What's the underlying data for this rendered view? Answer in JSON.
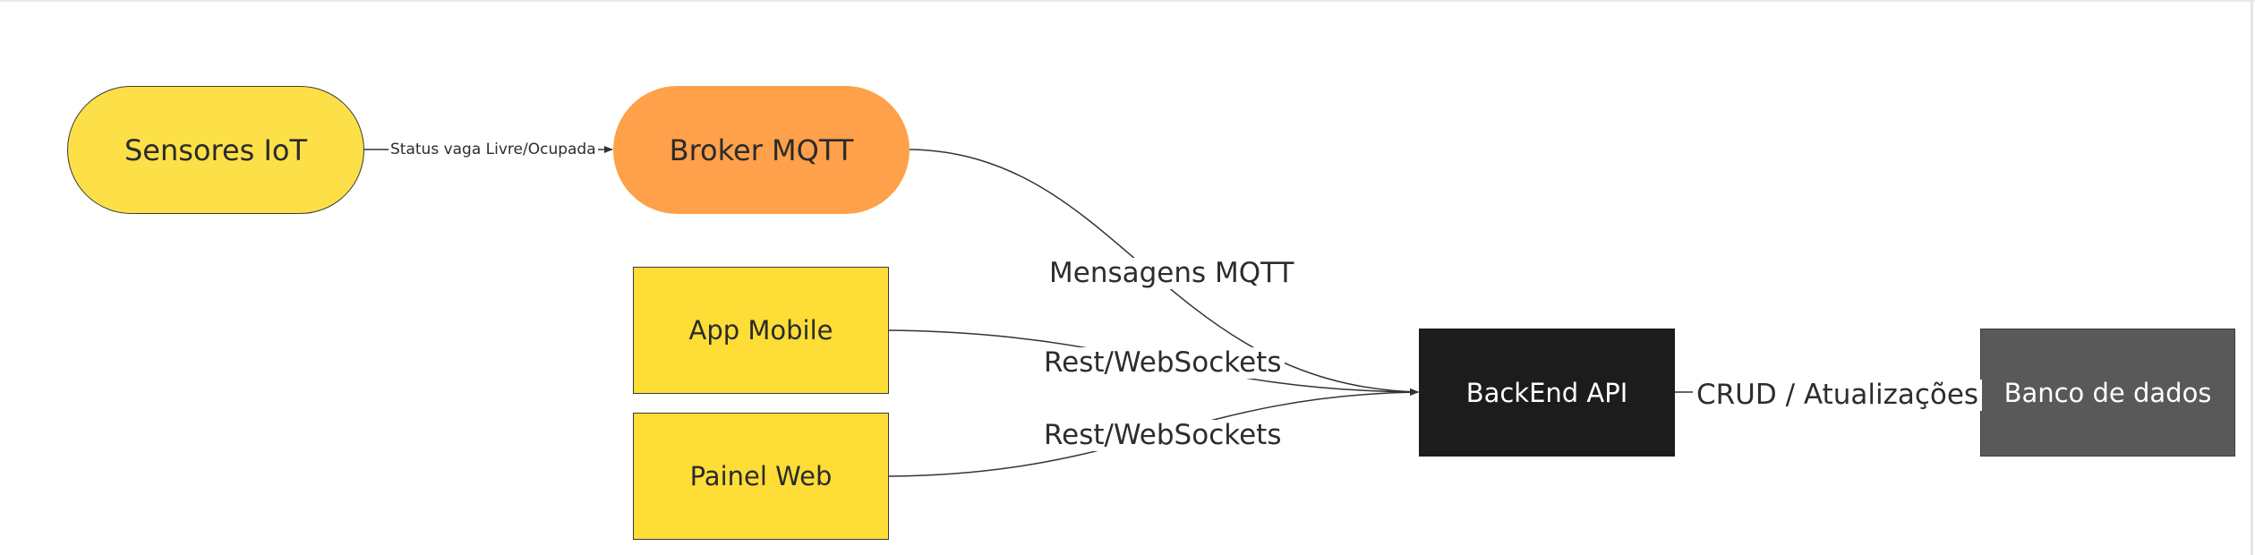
{
  "diagram": {
    "nodes": {
      "sensores": "Sensores IoT",
      "broker": "Broker MQTT",
      "app": "App Mobile",
      "painel": "Painel Web",
      "backend": "BackEnd API",
      "banco": "Banco de dados"
    },
    "edges": {
      "status": "Status vaga Livre/Ocupada",
      "mqtt": "Mensagens MQTT",
      "rest_app": "Rest/WebSockets",
      "rest_painel": "Rest/WebSockets",
      "crud": "CRUD / Atualizações"
    }
  },
  "colors": {
    "sensor_fill": "#fde047",
    "broker_fill": "#ffa04a",
    "client_fill": "#fddd36",
    "backend_fill": "#1c1c1c",
    "database_fill": "#595959",
    "connector": "#333333"
  }
}
